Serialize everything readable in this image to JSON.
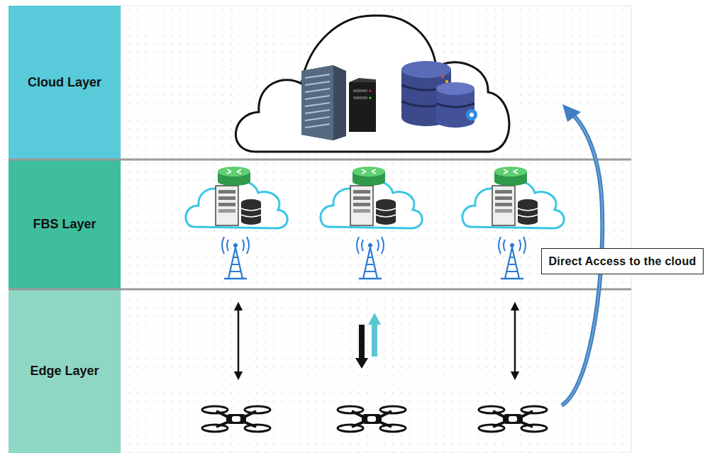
{
  "diagram": {
    "nodes": [
      {
        "text": [
          "Cloud Layer"
        ]
      },
      {
        "text": [
          "FBS  Layer"
        ]
      },
      {
        "text": [
          "Edge Layer"
        ]
      },
      {
        "text": [
          "Direct Access to the cloud"
        ]
      }
    ]
  }
}
